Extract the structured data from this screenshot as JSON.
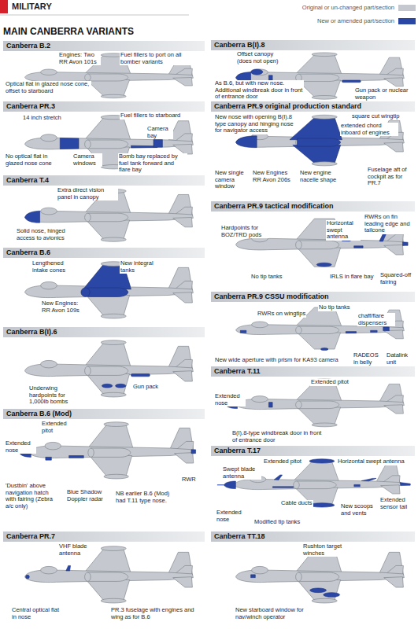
{
  "diagram": {
    "title": "MAIN CANBERRA VARIANTS",
    "nodes": [
      {
        "text": [
          "Canberra B.2"
        ]
      },
      {
        "text": [
          "Canberra PR.3"
        ]
      },
      {
        "text": [
          "Canberra T.4"
        ]
      },
      {
        "text": [
          "Canberra B.6"
        ]
      },
      {
        "text": [
          "Canberra B(I).6"
        ]
      },
      {
        "text": [
          "Canberra B.6 (Mod)"
        ]
      },
      {
        "text": [
          "Canberra PR.7"
        ]
      },
      {
        "text": [
          "Canberra B(I).8"
        ]
      },
      {
        "text": [
          "Canberra PR.9 original production standard"
        ]
      },
      {
        "text": [
          "Canberra PR.9 tactical modification"
        ]
      },
      {
        "text": [
          "Canberra PR.9 CSSU modification"
        ]
      },
      {
        "text": [
          "Canberra T.11"
        ]
      },
      {
        "text": [
          "Canberra T.17"
        ]
      },
      {
        "text": [
          "Canberra TT.18"
        ]
      }
    ],
    "labels": [
      "MILITARY",
      "Engines: Two RR Avon 101s",
      "Fuel fillers to port on all bomber variants",
      "Optical flat in glazed nose cone, offset to starboard",
      "Fuel fillers to starboard",
      "14 inch stretch",
      "Camera bay",
      "No optical flat in glazed nose cone",
      "Camera windows",
      "Bomb bay replaced by fuel tank forward and flare bay",
      "Extra direct vision panel in canopy",
      "Solid nose, hinged access to avionics",
      "Lengthened intake cones",
      "New integral tanks",
      "New Engines: RR Avon 109s",
      "Underwing hardpoints for 1,000lb bombs",
      "Gun pack",
      "Extended pitot",
      "Extended nose",
      "RWR",
      "'Dustbin' above navigation hatch with fairing (Zebra a/c only)",
      "Blue Shadow Doppler radar",
      "NB earlier B.6 (Mod) had T.11 type nose.",
      "VHF blade antenna",
      "Central optical flat in nose",
      "PR.3 fuselage with engines and wing as for B.6",
      "Offset canopy (does not open)",
      "As B.6, but with new nose. Additional windbreak door in front of entrance door",
      "Gun pack or nuclear weapon",
      "New nose with opening B(I).8 type canopy and hinging nose for navigator access",
      "square cut wingtip",
      "extended chord inboard of engines",
      "New single camera window",
      "New Engines RR Avon 206s",
      "New engine nacelle shape",
      "Fuselage aft of cockpit as for PR.7",
      "RWRs on fin leading edge and tailcone",
      "Horizontal swept antenna",
      "Hardpoints for BOZ/TRD pods",
      "No tip tanks",
      "IRLS in flare bay",
      "Squared-off fairing",
      "No tip tanks",
      "RWRs on wingtips",
      "chaff/flare dispensers",
      "Datalink unit",
      "New wide aperture with prism for KA93 camera",
      "RADEOS in belly",
      "Extended pitot",
      "Extended nose",
      "B(I).8-type windbreak door in front of entrance door",
      "Extended pitot",
      "Horizontal swept antenna",
      "Swept blade antenna",
      "Cable ducts",
      "New scoops and vents",
      "Extended sensor tail",
      "Extended nose",
      "Modified tip tanks",
      "Rushton target winches",
      "New starboard window for nav/winch operator"
    ],
    "legend": [
      {
        "text": "Original or un-changed part/section",
        "color": "#c5c9cf"
      },
      {
        "text": "New or amended part/section",
        "color": "#2b47a6"
      }
    ]
  }
}
